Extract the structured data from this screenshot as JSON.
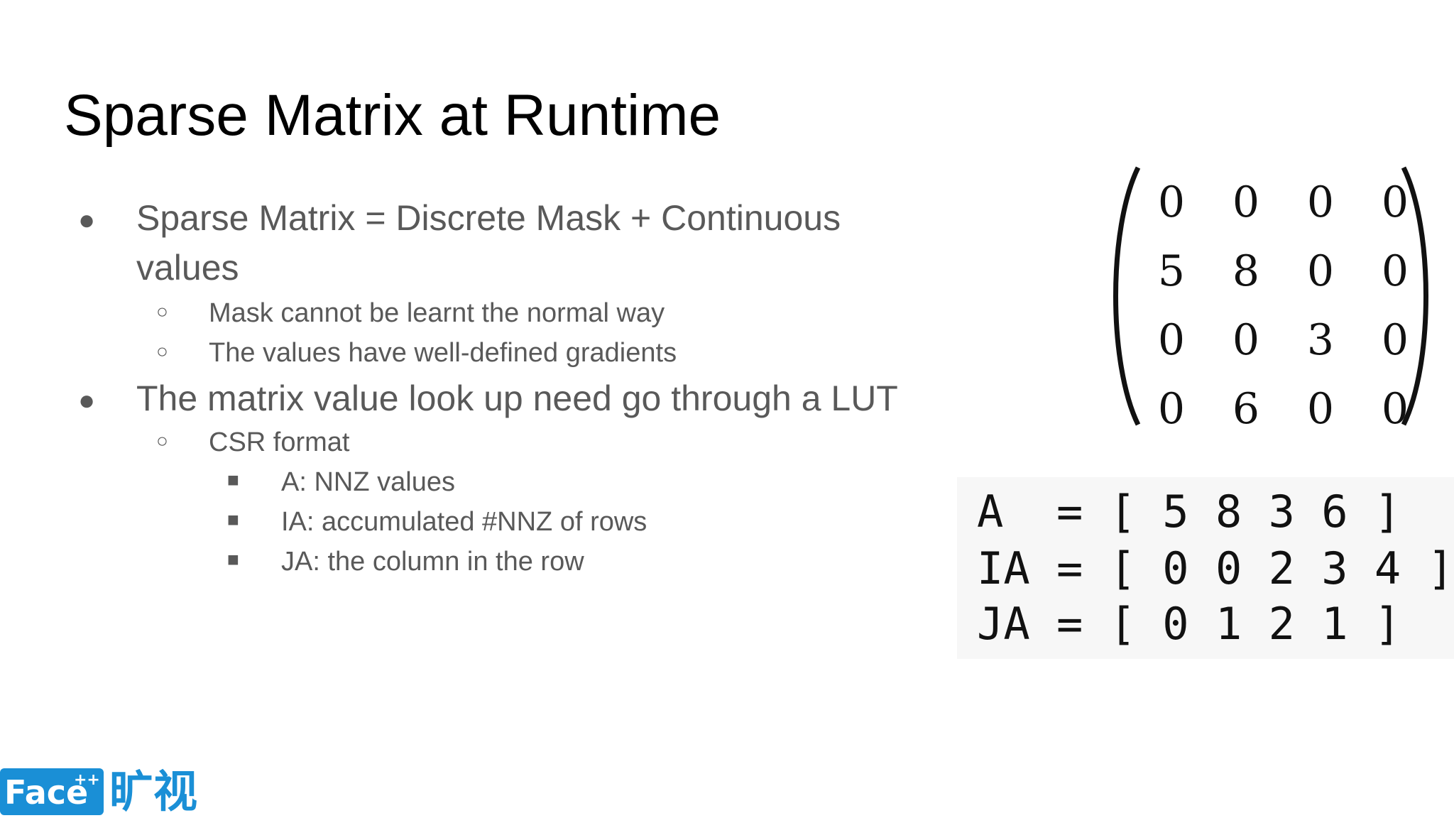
{
  "slide": {
    "title": "Sparse Matrix at Runtime"
  },
  "bullets": [
    {
      "level": 1,
      "text": "Sparse Matrix = Discrete Mask + Continuous"
    },
    {
      "level": 1,
      "text": "values",
      "continuation": true
    },
    {
      "level": 2,
      "text": "Mask cannot be learnt the normal way"
    },
    {
      "level": 2,
      "text": "The values have well-defined gradients"
    },
    {
      "level": 1,
      "text": "The matrix value look up need go through a LUT"
    },
    {
      "level": 2,
      "text": "CSR format"
    },
    {
      "level": 3,
      "text": "A: NNZ values"
    },
    {
      "level": 3,
      "text": "IA: accumulated #NNZ of rows"
    },
    {
      "level": 3,
      "text": "JA: the column in the row"
    }
  ],
  "markers": {
    "l1": "●",
    "l2": "○",
    "l3": "■"
  },
  "matrix": {
    "rows": [
      [
        "0",
        "0",
        "0",
        "0"
      ],
      [
        "5",
        "8",
        "0",
        "0"
      ],
      [
        "0",
        "0",
        "3",
        "0"
      ],
      [
        "0",
        "6",
        "0",
        "0"
      ]
    ]
  },
  "csr": {
    "rows": [
      "A  = [ 5 8 3 6 ]",
      "IA = [ 0 0 2 3 4 ]",
      "JA = [ 0 1 2 1 ]"
    ]
  },
  "logo": {
    "brand": "Face",
    "superscript": "++",
    "chinese": "旷视",
    "color": "#1a8fd6"
  }
}
